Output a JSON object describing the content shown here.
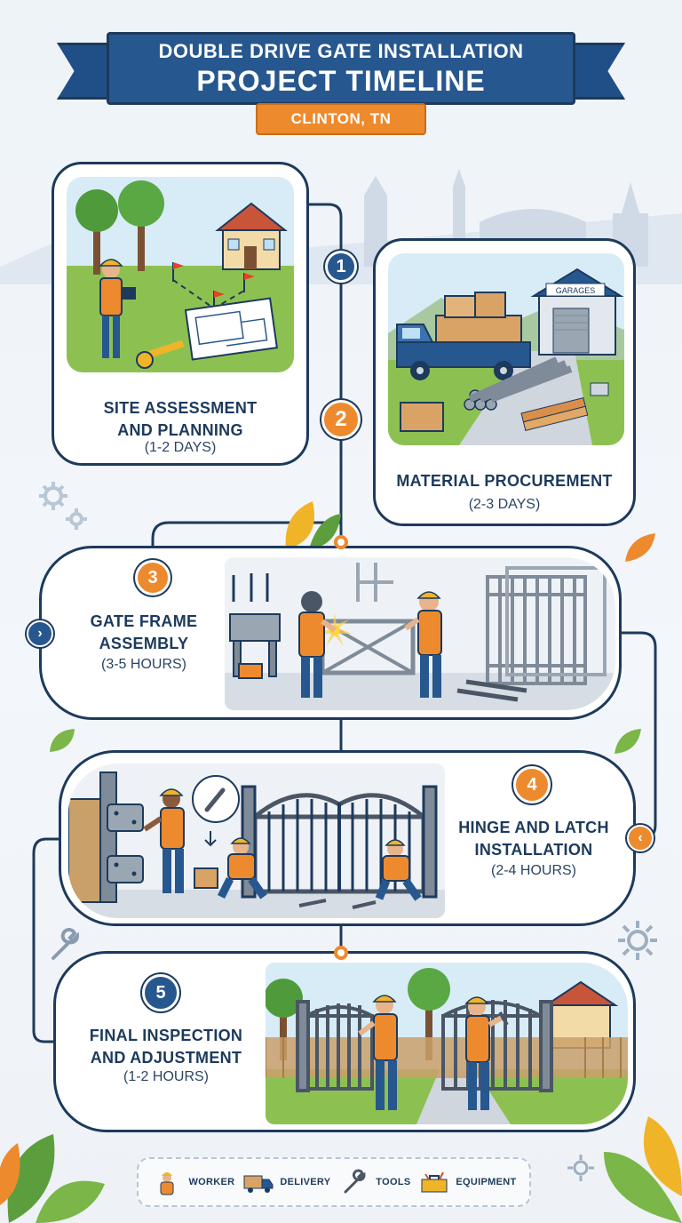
{
  "header": {
    "title_line1": "DOUBLE DRIVE GATE INSTALLATION",
    "title_line2": "PROJECT TIMELINE",
    "location": "CLINTON, TN"
  },
  "steps": [
    {
      "number": "1",
      "title_line1": "SITE ASSESSMENT",
      "title_line2": "AND PLANNING",
      "duration": "(1-2 DAYS)"
    },
    {
      "number": "2",
      "title_line1": "MATERIAL PROCUREMENT",
      "title_line2": "",
      "duration": "(2-3 DAYS)"
    },
    {
      "number": "3",
      "title_line1": "GATE FRAME",
      "title_line2": "ASSEMBLY",
      "duration": "(3-5 HOURS)"
    },
    {
      "number": "4",
      "title_line1": "HINGE AND LATCH",
      "title_line2": "INSTALLATION",
      "duration": "(2-4 HOURS)"
    },
    {
      "number": "5",
      "title_line1": "FINAL INSPECTION",
      "title_line2": "AND ADJUSTMENT",
      "duration": "(1-2 HOURS)"
    }
  ],
  "warehouse_sign": "GARAGES",
  "legend": [
    {
      "icon": "worker-icon",
      "label": "WORKER"
    },
    {
      "icon": "delivery-truck-icon",
      "label": "DELIVERY"
    },
    {
      "icon": "wrench-icon",
      "label": "TOOLS"
    },
    {
      "icon": "toolbox-icon",
      "label": "EQUIPMENT"
    }
  ],
  "colors": {
    "navy": "#1d3a5c",
    "blue": "#27578f",
    "orange": "#ee8a2e",
    "grass": "#8cc152",
    "sky": "#d8ecf7"
  }
}
